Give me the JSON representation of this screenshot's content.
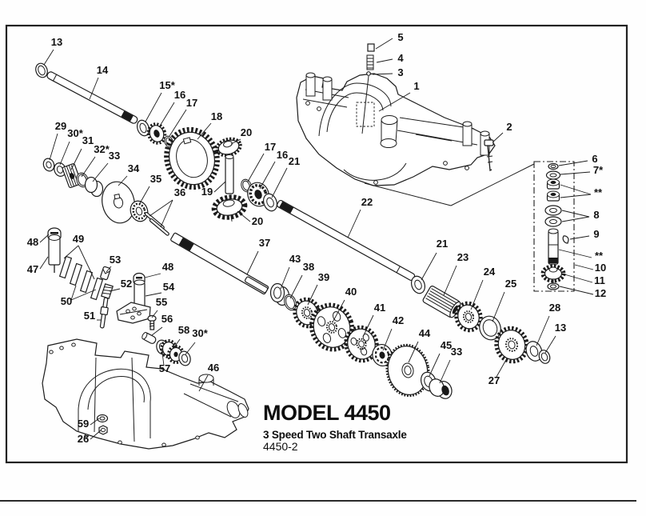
{
  "titles": {
    "model": "MODEL 4450",
    "subtitle": "3 Speed Two Shaft Transaxle",
    "drawing_number": "4450-2"
  },
  "colors": {
    "ink": "#1c1c1c",
    "paper": "#fefefe"
  },
  "callouts": {
    "c1": "1",
    "c2": "2",
    "c3": "3",
    "c4": "4",
    "c5": "5",
    "c6": "6",
    "c7": "7*",
    "c8": "8",
    "c9": "9",
    "c10": "10",
    "c11": "11",
    "c12": "12",
    "c13a": "13",
    "c13b": "13",
    "c14": "14",
    "c15": "15*",
    "c16a": "16",
    "c16b": "16",
    "c17a": "17",
    "c17b": "17",
    "c18": "18",
    "c19": "19",
    "c20a": "20",
    "c20b": "20",
    "c21a": "21",
    "c21b": "21",
    "c22": "22",
    "c23": "23",
    "c24": "24",
    "c25": "25",
    "c26": "26",
    "c27": "27",
    "c28": "28",
    "c29": "29",
    "c30a": "30*",
    "c30b": "30*",
    "c31": "31",
    "c32": "32*",
    "c33a": "33",
    "c33b": "33",
    "c34": "34",
    "c35": "35",
    "c36": "36",
    "c37": "37",
    "c38": "38",
    "c39": "39",
    "c40": "40",
    "c41": "41",
    "c42": "42",
    "c43": "43",
    "c44": "44",
    "c45": "45",
    "c46": "46",
    "c47": "47",
    "c48a": "48",
    "c48b": "48",
    "c49": "49",
    "c50": "50",
    "c51": "51",
    "c52": "52",
    "c53": "53",
    "c54": "54",
    "c55": "55",
    "c56": "56",
    "c57": "57",
    "c58": "58",
    "c59": "59",
    "cstar1": "**",
    "cstar2": "**"
  }
}
